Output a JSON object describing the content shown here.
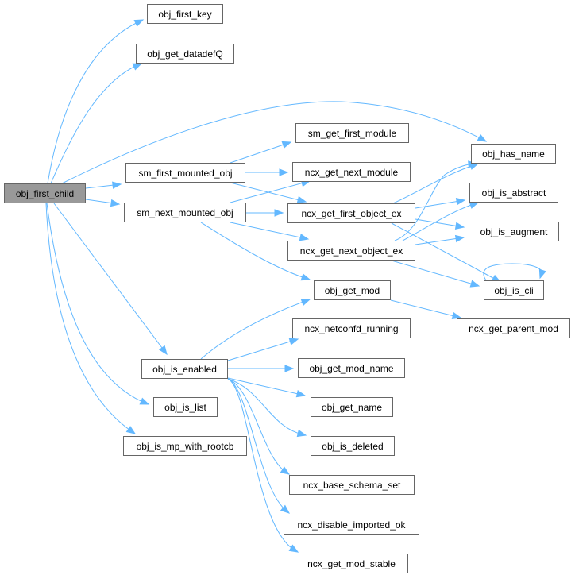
{
  "graph": {
    "root": "obj_first_child",
    "edge_color": "#63b8ff",
    "node_border_color": "#666666",
    "root_fill_color": "#999999",
    "nodes": [
      {
        "id": "obj_first_child",
        "label": "obj_first_child",
        "root": true
      },
      {
        "id": "obj_first_key",
        "label": "obj_first_key"
      },
      {
        "id": "obj_get_datadefQ",
        "label": "obj_get_datadefQ"
      },
      {
        "id": "obj_has_name",
        "label": "obj_has_name"
      },
      {
        "id": "sm_first_mounted_obj",
        "label": "sm_first_mounted_obj"
      },
      {
        "id": "sm_next_mounted_obj",
        "label": "sm_next_mounted_obj"
      },
      {
        "id": "obj_get_mod",
        "label": "obj_get_mod"
      },
      {
        "id": "obj_is_enabled",
        "label": "obj_is_enabled"
      },
      {
        "id": "obj_is_list",
        "label": "obj_is_list"
      },
      {
        "id": "obj_is_mp_with_rootcb",
        "label": "obj_is_mp_with_rootcb"
      },
      {
        "id": "sm_get_first_module",
        "label": "sm_get_first_module"
      },
      {
        "id": "ncx_get_next_module",
        "label": "ncx_get_next_module"
      },
      {
        "id": "ncx_get_first_object_ex",
        "label": "ncx_get_first_object_ex"
      },
      {
        "id": "ncx_get_next_object_ex",
        "label": "ncx_get_next_object_ex"
      },
      {
        "id": "obj_is_abstract",
        "label": "obj_is_abstract"
      },
      {
        "id": "obj_is_augment",
        "label": "obj_is_augment"
      },
      {
        "id": "obj_is_cli",
        "label": "obj_is_cli"
      },
      {
        "id": "ncx_get_parent_mod",
        "label": "ncx_get_parent_mod"
      },
      {
        "id": "ncx_netconfd_running",
        "label": "ncx_netconfd_running"
      },
      {
        "id": "obj_get_mod_name",
        "label": "obj_get_mod_name"
      },
      {
        "id": "obj_get_name",
        "label": "obj_get_name"
      },
      {
        "id": "obj_is_deleted",
        "label": "obj_is_deleted"
      },
      {
        "id": "ncx_base_schema_set",
        "label": "ncx_base_schema_set"
      },
      {
        "id": "ncx_disable_imported_ok",
        "label": "ncx_disable_imported_ok"
      },
      {
        "id": "ncx_get_mod_stable",
        "label": "ncx_get_mod_stable"
      }
    ],
    "edges": [
      {
        "from": "obj_first_child",
        "to": "obj_first_key"
      },
      {
        "from": "obj_first_child",
        "to": "obj_get_datadefQ"
      },
      {
        "from": "obj_first_child",
        "to": "obj_has_name"
      },
      {
        "from": "obj_first_child",
        "to": "sm_first_mounted_obj"
      },
      {
        "from": "obj_first_child",
        "to": "sm_next_mounted_obj"
      },
      {
        "from": "obj_first_child",
        "to": "obj_is_enabled"
      },
      {
        "from": "obj_first_child",
        "to": "obj_is_list"
      },
      {
        "from": "obj_first_child",
        "to": "obj_is_mp_with_rootcb"
      },
      {
        "from": "sm_first_mounted_obj",
        "to": "sm_get_first_module"
      },
      {
        "from": "sm_first_mounted_obj",
        "to": "ncx_get_next_module"
      },
      {
        "from": "sm_first_mounted_obj",
        "to": "ncx_get_first_object_ex"
      },
      {
        "from": "sm_next_mounted_obj",
        "to": "ncx_get_next_module"
      },
      {
        "from": "sm_next_mounted_obj",
        "to": "ncx_get_first_object_ex"
      },
      {
        "from": "sm_next_mounted_obj",
        "to": "ncx_get_next_object_ex"
      },
      {
        "from": "sm_next_mounted_obj",
        "to": "obj_get_mod"
      },
      {
        "from": "ncx_get_first_object_ex",
        "to": "obj_has_name"
      },
      {
        "from": "ncx_get_first_object_ex",
        "to": "obj_is_abstract"
      },
      {
        "from": "ncx_get_first_object_ex",
        "to": "obj_is_augment"
      },
      {
        "from": "ncx_get_first_object_ex",
        "to": "obj_is_cli"
      },
      {
        "from": "ncx_get_next_object_ex",
        "to": "obj_has_name"
      },
      {
        "from": "ncx_get_next_object_ex",
        "to": "obj_is_abstract"
      },
      {
        "from": "ncx_get_next_object_ex",
        "to": "obj_is_augment"
      },
      {
        "from": "ncx_get_next_object_ex",
        "to": "obj_is_cli"
      },
      {
        "from": "obj_is_cli",
        "to": "obj_is_cli"
      },
      {
        "from": "obj_get_mod",
        "to": "ncx_get_parent_mod"
      },
      {
        "from": "obj_is_enabled",
        "to": "obj_get_mod"
      },
      {
        "from": "obj_is_enabled",
        "to": "ncx_netconfd_running"
      },
      {
        "from": "obj_is_enabled",
        "to": "obj_get_mod_name"
      },
      {
        "from": "obj_is_enabled",
        "to": "obj_get_name"
      },
      {
        "from": "obj_is_enabled",
        "to": "obj_is_deleted"
      },
      {
        "from": "obj_is_enabled",
        "to": "ncx_base_schema_set"
      },
      {
        "from": "obj_is_enabled",
        "to": "ncx_disable_imported_ok"
      },
      {
        "from": "obj_is_enabled",
        "to": "ncx_get_mod_stable"
      }
    ]
  }
}
